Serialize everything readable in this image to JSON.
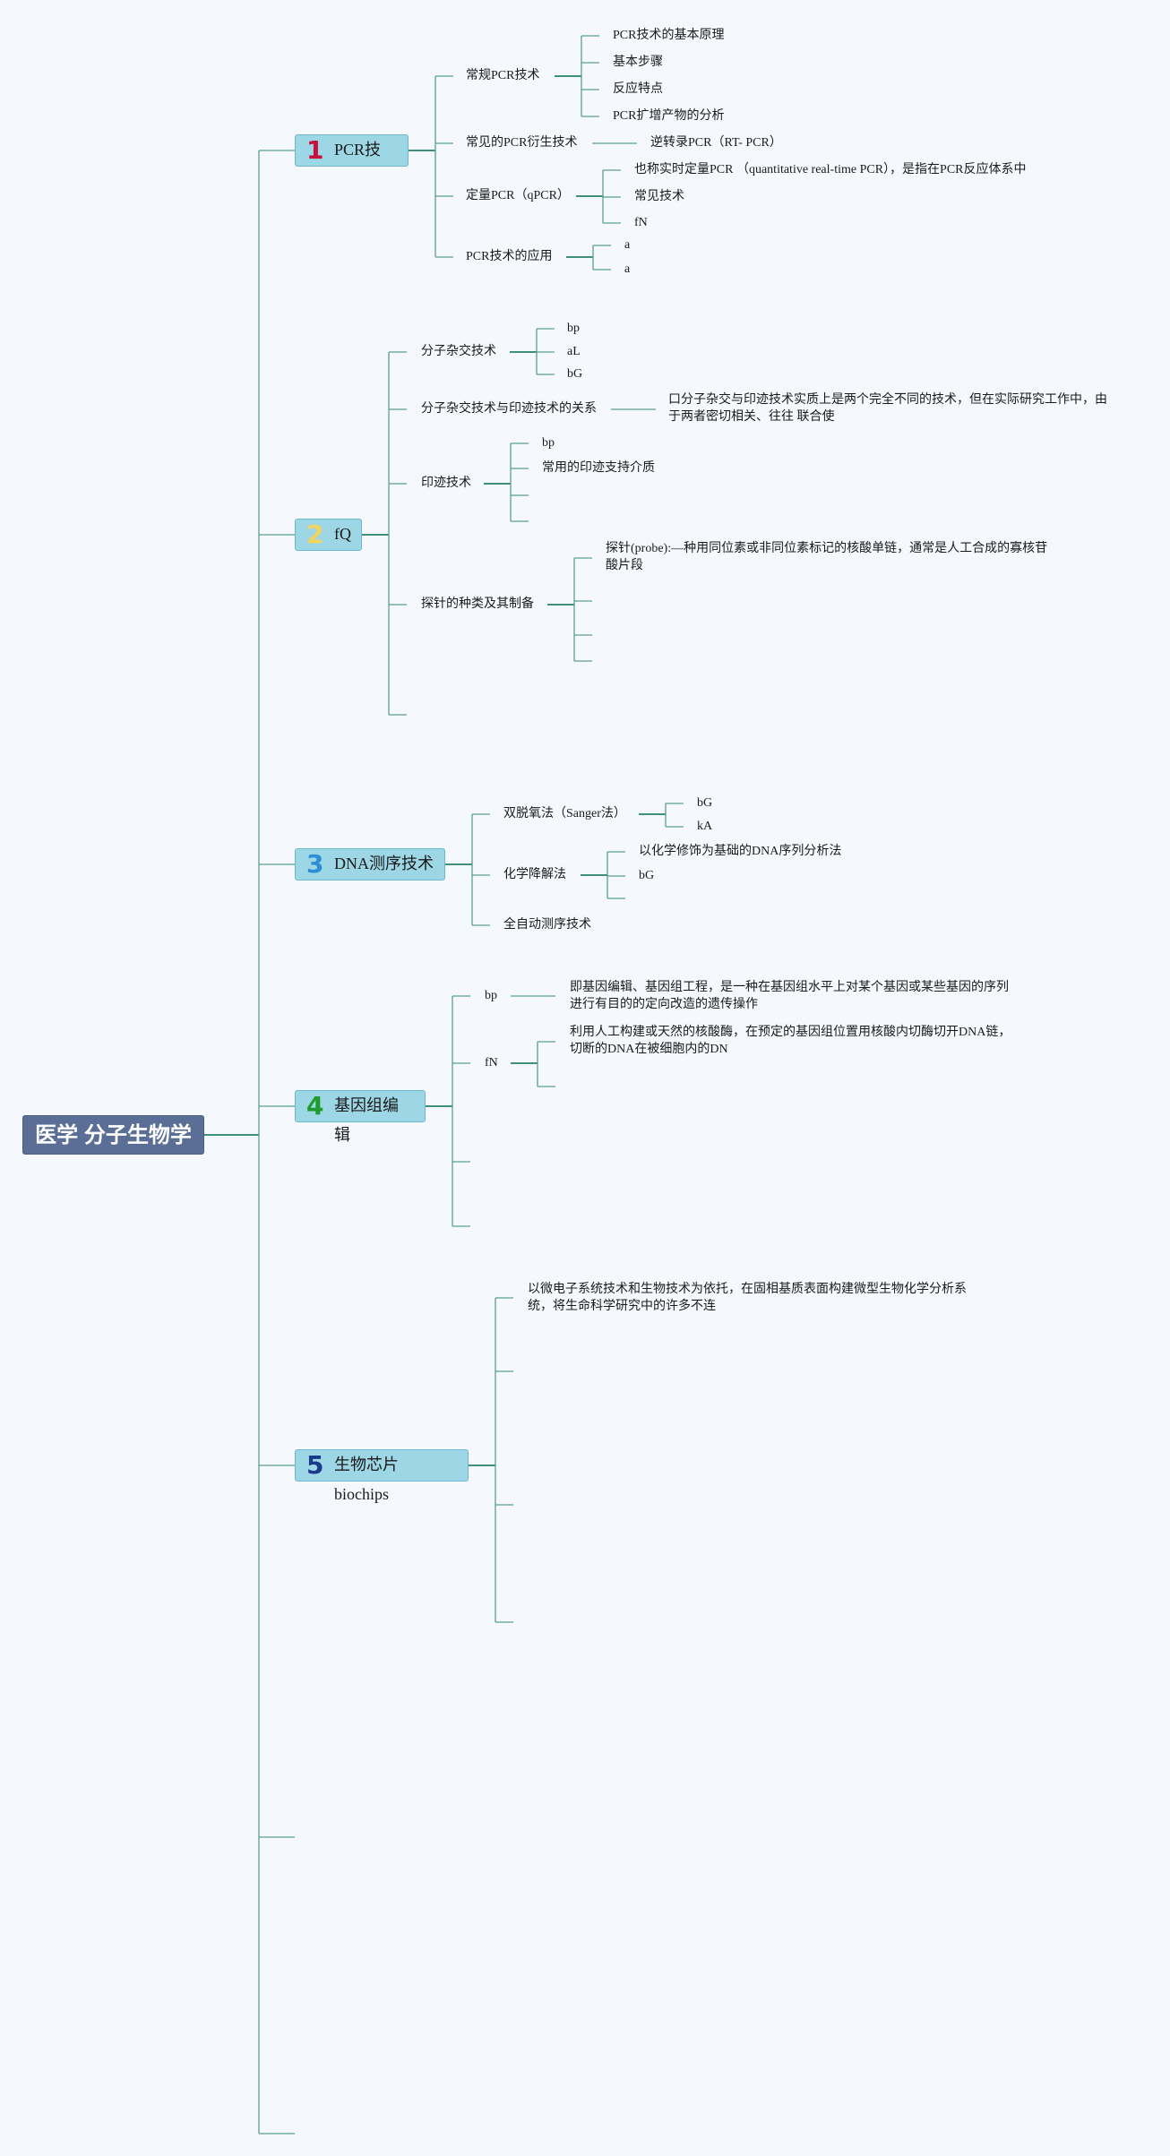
{
  "root": {
    "label": "医学 分子生物学"
  },
  "colors": {
    "n1": "#c8103e",
    "n2": "#f4d35e",
    "n3": "#2b8fd6",
    "n4": "#1f9a2e",
    "n5": "#1a3a8c",
    "line": "#4f9a88"
  },
  "topics": [
    {
      "num": "1",
      "label": "PCR技",
      "children": [
        {
          "label": "常规PCR技术",
          "children": [
            "PCR技术的基本原理",
            "基本步骤",
            "反应特点",
            "PCR扩增产物的分析"
          ]
        },
        {
          "label": "常见的PCR衍生技术",
          "children": [
            "逆转录PCR（RT- PCR）"
          ]
        },
        {
          "label": "定量PCR（qPCR）",
          "children": [
            "也称实时定量PCR （quantitative real-time PCR），是指在PCR反应体系中",
            "常见技术",
            "fN"
          ]
        },
        {
          "label": "PCR技术的应用",
          "children": [
            "a",
            "a"
          ]
        }
      ]
    },
    {
      "num": "2",
      "label": "fQ",
      "children": [
        {
          "label": "分子杂交技术",
          "children": [
            "bp",
            "aL",
            "bG"
          ]
        },
        {
          "label": "分子杂交技术与印迹技术的关系",
          "children": [
            "口分子杂交与印迹技术实质上是两个完全不同的技术，但在实际研究工作中，由于两者密切相关、往往 联合使"
          ]
        },
        {
          "label": "印迹技术",
          "children": [
            "bp",
            "常用的印迹支持介质",
            "",
            ""
          ]
        },
        {
          "label": "探针的种类及其制备",
          "children": [
            "探针(probe):—种用同位素或非同位素标记的核酸单链，通常是人工合成的寡核苷酸片段",
            "",
            "",
            ""
          ]
        }
      ]
    },
    {
      "num": "3",
      "label": "DNA测序技术",
      "children": [
        {
          "label": "双脱氧法（Sanger法）",
          "children": [
            "bG",
            "kA"
          ]
        },
        {
          "label": "化学降解法",
          "children": [
            "以化学修饰为基础的DNA序列分析法",
            "bG",
            ""
          ]
        },
        {
          "label": "全自动测序技术",
          "children": []
        }
      ]
    },
    {
      "num": "4",
      "label": "基因组编辑",
      "children": [
        {
          "label": "bp",
          "children": [
            "即基因编辑、基因组工程，是一种在基因组水平上对某个基因或某些基因的序列进行有目的的定向改造的遗传操作"
          ]
        },
        {
          "label": "fN",
          "children": [
            "利用人工构建或天然的核酸酶，在预定的基因组位置用核酸内切酶切开DNA链，切断的DNA在被细胞内的DN",
            ""
          ]
        }
      ]
    },
    {
      "num": "5",
      "label": "生物芯片 biochips",
      "children": [
        {
          "label": "以微电子系统技术和生物技术为依托，在固相基质表面构建微型生物化学分析系统，将生命科学研究中的许多不连"
        }
      ]
    }
  ]
}
